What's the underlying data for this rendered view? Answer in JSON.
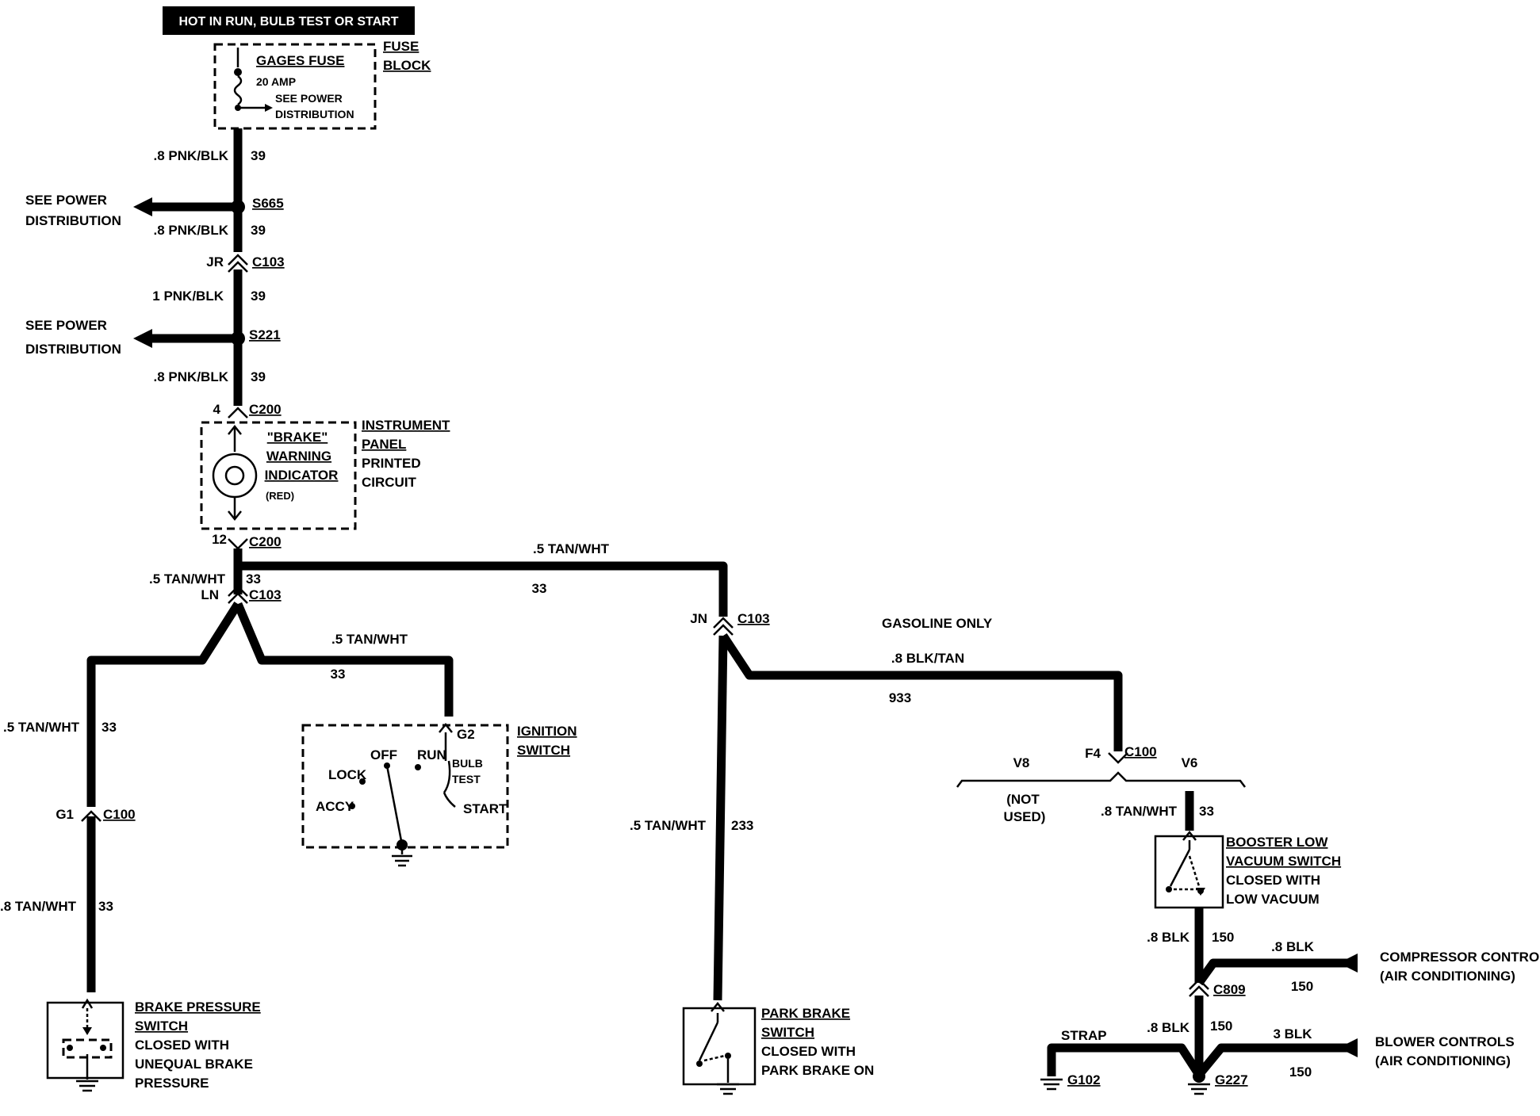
{
  "header": "HOT IN RUN, BULB TEST OR START",
  "fuse_block": {
    "label_line1": "FUSE",
    "label_line2": "BLOCK",
    "fuse_name": "GAGES FUSE",
    "rating": "20 AMP",
    "ref_line1": "SEE POWER",
    "ref_line2": "DISTRIBUTION"
  },
  "wires": {
    "w1": {
      "gauge": ".8 PNK/BLK",
      "circuit": "39"
    },
    "w2": {
      "gauge": ".8 PNK/BLK",
      "circuit": "39"
    },
    "w3": {
      "gauge": "1 PNK/BLK",
      "circuit": "39"
    },
    "w4": {
      "gauge": ".8 PNK/BLK",
      "circuit": "39"
    },
    "w5": {
      "gauge": ".5 TAN/WHT",
      "circuit": "33"
    },
    "w6": {
      "gauge": ".5 TAN/WHT",
      "circuit": "33"
    },
    "w7": {
      "gauge": ".5 TAN/WHT",
      "circuit": "33"
    },
    "w8": {
      "gauge": ".5 TAN/WHT",
      "circuit": "33"
    },
    "w9": {
      "gauge": ".8 TAN/WHT",
      "circuit": "33"
    },
    "w10": {
      "gauge": ".5 TAN/WHT",
      "circuit": "233"
    },
    "w11": {
      "gauge": ".8 BLK/TAN",
      "circuit": "933"
    },
    "w12": {
      "gauge": ".8 TAN/WHT",
      "circuit": "33"
    },
    "w13": {
      "gauge": ".8 BLK",
      "circuit": "150"
    },
    "w14": {
      "gauge": ".8 BLK",
      "circuit": "150"
    },
    "w15": {
      "gauge": ".8 BLK",
      "circuit": "150"
    },
    "w16": {
      "gauge": "3 BLK",
      "circuit": "150"
    }
  },
  "splices": {
    "s665": "S665",
    "s221": "S221"
  },
  "power_refs": {
    "line1": "SEE POWER",
    "line2": "DISTRIBUTION"
  },
  "connectors": {
    "c103_top": {
      "pin": "JR",
      "name": "C103"
    },
    "c200_top": {
      "pin": "4",
      "name": "C200"
    },
    "c200_bot": {
      "pin": "12",
      "name": "C200"
    },
    "c103_mid": {
      "pin": "LN",
      "name": "C103"
    },
    "c103_right": {
      "pin": "JN",
      "name": "C103"
    },
    "c100_left": {
      "pin": "G1",
      "name": "C100"
    },
    "c100_right": {
      "pin": "F4",
      "name": "C100"
    },
    "g2": "G2",
    "c809": "C809"
  },
  "wire_33_near_c200": "33",
  "instrument_panel": {
    "l1": "INSTRUMENT",
    "l2": "PANEL",
    "l3": "PRINTED",
    "l4": "CIRCUIT"
  },
  "indicator": {
    "l1": "\"BRAKE\"",
    "l2": "WARNING",
    "l3": "INDICATOR",
    "l4": "(RED)"
  },
  "ignition": {
    "title1": "IGNITION",
    "title2": "SWITCH",
    "off": "OFF",
    "run": "RUN",
    "lock": "LOCK",
    "accy": "ACCY",
    "bulb": "BULB",
    "test": "TEST",
    "start": "START"
  },
  "gasoline_only": "GASOLINE ONLY",
  "v8": "V8",
  "v6": "V6",
  "not_used1": "(NOT",
  "not_used2": "USED)",
  "booster": {
    "l1": "BOOSTER LOW",
    "l2": "VACUUM SWITCH",
    "l3": "CLOSED WITH",
    "l4": "LOW VACUUM"
  },
  "brake_pressure": {
    "l1": "BRAKE PRESSURE",
    "l2": "SWITCH",
    "l3": "CLOSED WITH",
    "l4": "UNEQUAL BRAKE",
    "l5": "PRESSURE"
  },
  "park_brake": {
    "l1": "PARK BRAKE",
    "l2": "SWITCH",
    "l3": "CLOSED WITH",
    "l4": "PARK BRAKE ON"
  },
  "compressor": {
    "l1": "COMPRESSOR CONTROLS",
    "l2": "(AIR CONDITIONING)"
  },
  "blower": {
    "l1": "BLOWER CONTROLS",
    "l2": "(AIR CONDITIONING)"
  },
  "strap": "STRAP",
  "grounds": {
    "g102": "G102",
    "g227": "G227"
  }
}
